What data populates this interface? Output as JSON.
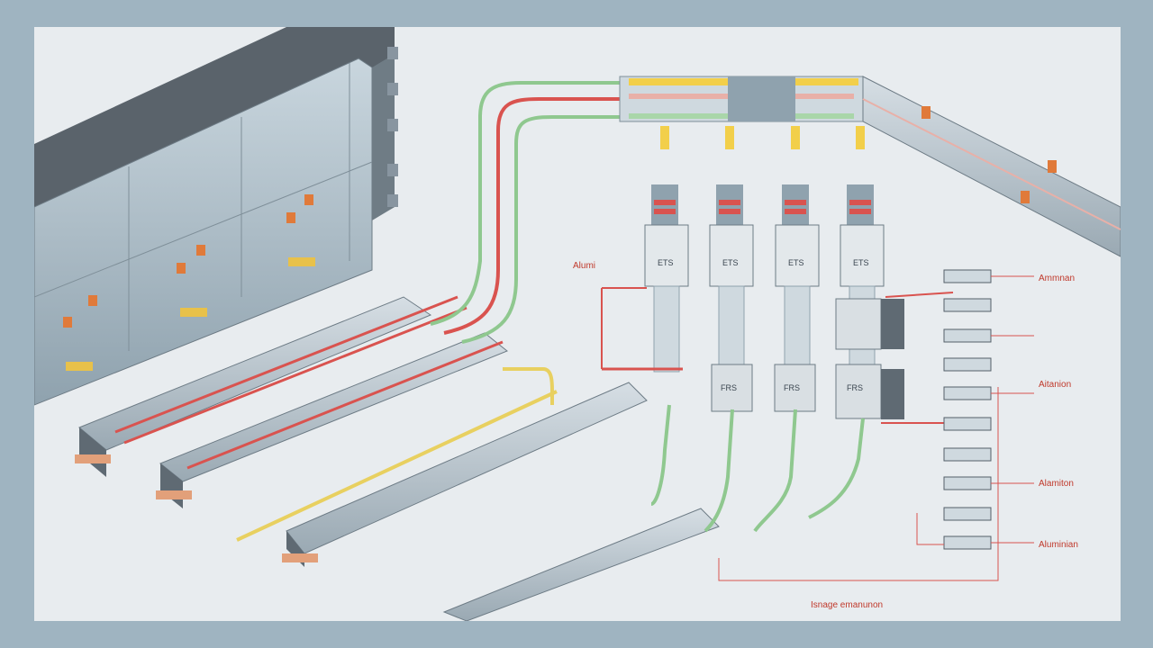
{
  "diagram": {
    "labels": {
      "left_label": "Alumi",
      "bottom_label": "Isnage emanunon",
      "right_top": "Ammnan",
      "right_mid": "Aitanion",
      "right_low": "Alamiton",
      "right_bottom": "Aluminian"
    },
    "module_tags": [
      "ETS",
      "ETS",
      "ETS",
      "ETS"
    ],
    "panel_tags": [
      "FRS",
      "FRS",
      "FRS"
    ],
    "colors": {
      "background_outer": "#9fb4c1",
      "background_inner": "#e8ecef",
      "wire_red": "#d9534f",
      "wire_green": "#8fc88f",
      "wire_yellow": "#e8d060",
      "steel": "#b9c8d2",
      "steel_dark": "#55606a"
    },
    "connector_count": 10
  }
}
